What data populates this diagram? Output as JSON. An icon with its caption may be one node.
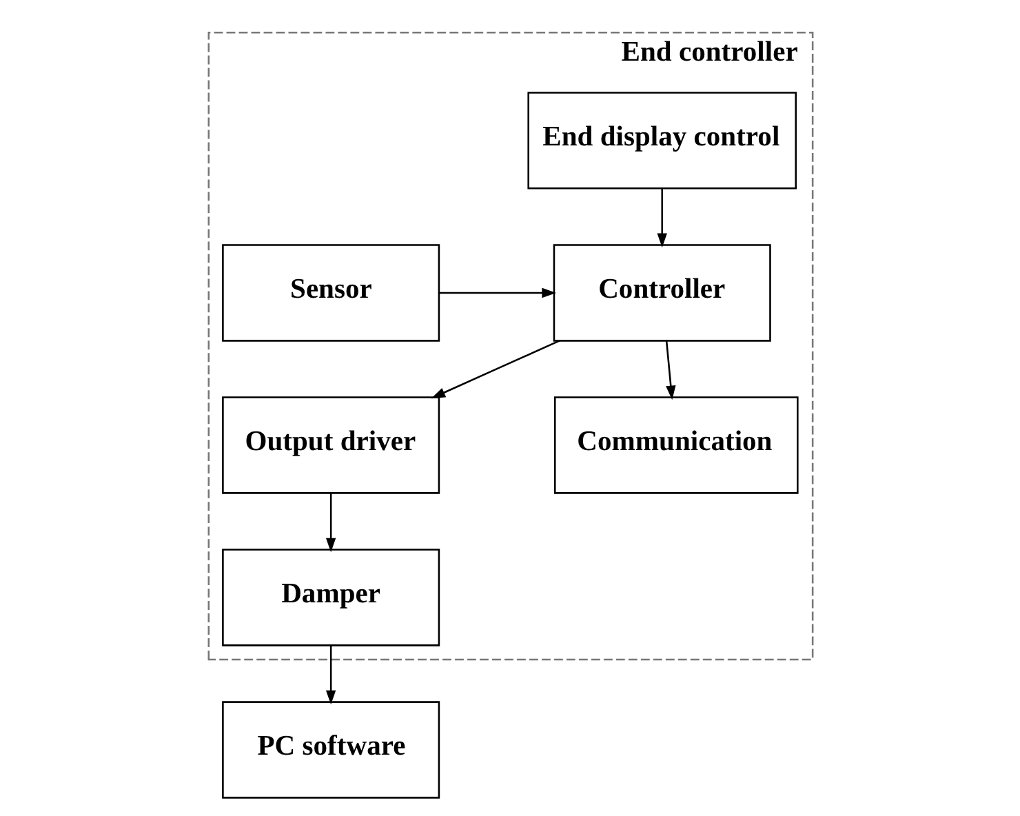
{
  "diagram": {
    "nodes": [
      {
        "text": [
          "End controller"
        ]
      },
      {
        "text": [
          "End display control"
        ],
        "in": 0
      },
      {
        "text": [
          "Sensor"
        ],
        "in": 0
      },
      {
        "text": [
          "Controller"
        ],
        "in": 0
      },
      {
        "text": [
          "Output driver"
        ],
        "in": 0
      },
      {
        "text": [
          "Communication"
        ],
        "in": 0
      },
      {
        "text": [
          "Damper"
        ],
        "in": 0
      },
      {
        "text": [
          "PC software"
        ]
      }
    ],
    "edges": [
      {
        "from": 1,
        "to": 3,
        "arrow": "to"
      },
      {
        "from": 2,
        "to": 3,
        "arrow": "to"
      },
      {
        "from": 3,
        "to": 4,
        "arrow": "to"
      },
      {
        "from": 3,
        "to": 5,
        "arrow": "to"
      },
      {
        "from": 4,
        "to": 6,
        "arrow": "to"
      },
      {
        "from": 6,
        "to": 7,
        "arrow": "to"
      }
    ]
  }
}
